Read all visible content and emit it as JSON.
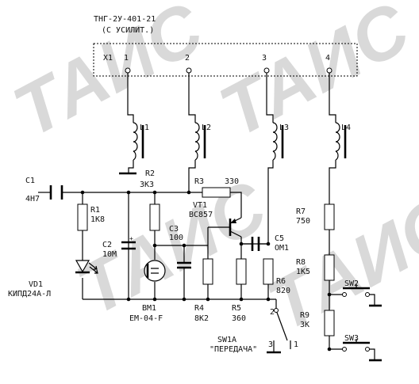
{
  "watermark": "ТАИС",
  "header": {
    "line1": "ТНГ-2У-401-21",
    "line2": "(С УСИЛИТ.)",
    "connector": "X1",
    "pins": [
      "1",
      "2",
      "3",
      "4"
    ]
  },
  "components": {
    "L1": "L1",
    "L2": "L2",
    "L3": "L3",
    "L4": "L4",
    "C1": "C1",
    "C1_val": "4Н7",
    "R1": "R1",
    "R1_val": "1К8",
    "VD1": "VD1",
    "VD1_val": "КИПД24А-Л",
    "R2": "R2",
    "R2_val": "3К3",
    "R3": "R3",
    "R3_val": "330",
    "VT1": "VT1",
    "VT1_val": "ВС857",
    "C2": "C2",
    "C2_val": "10М",
    "C3": "C3",
    "C3_val": "100",
    "BM1": "ВМ1",
    "BM1_val": "ЕМ-04-F",
    "R4": "R4",
    "R4_val": "8К2",
    "R5": "R5",
    "R5_val": "360",
    "C5": "C5",
    "C5_val": "ОМ1",
    "R6": "R6",
    "R6_val": "820",
    "R7": "R7",
    "R7_val": "750",
    "R8": "R8",
    "R8_val": "1К5",
    "R9": "R9",
    "R9_val": "3К",
    "SW2": "SW2",
    "SW3": "SW3",
    "SW1A": "SW1А",
    "SW1A_val": "\"ПЕРЕДАЧА\"",
    "SW1_pin1": "1",
    "SW1_pin2": "2",
    "SW1_pin3": "3"
  }
}
